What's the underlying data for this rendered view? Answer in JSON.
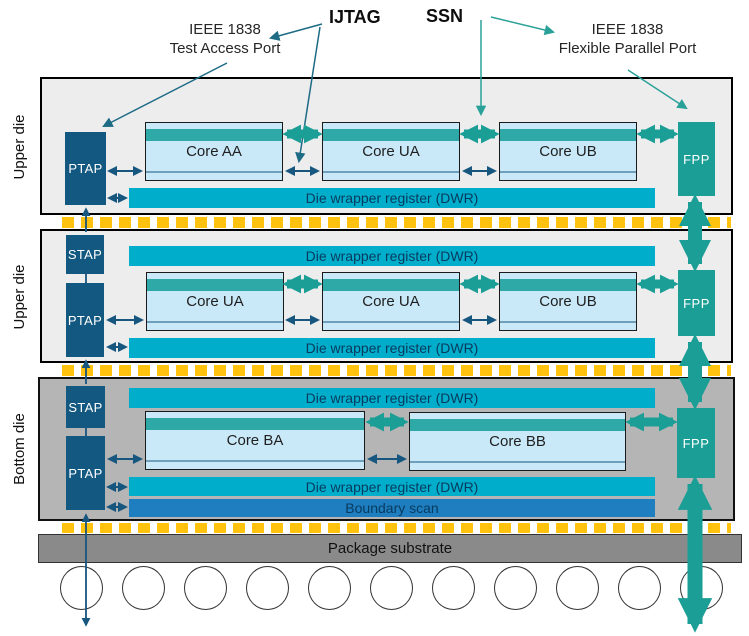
{
  "title_labels": {
    "tap_line1": "IEEE 1838",
    "tap_line2": "Test Access Port",
    "ijtag": "IJTAG",
    "ssn": "SSN",
    "fpp_line1": "IEEE 1838",
    "fpp_line2": "Flexible Parallel Port"
  },
  "dies": [
    {
      "side_label": "Upper die",
      "ptap": "PTAP",
      "fpp": "FPP",
      "cores": [
        "Core AA",
        "Core UA",
        "Core UB"
      ],
      "dwr_bottom": "Die wrapper register (DWR)"
    },
    {
      "side_label": "Upper die",
      "stap": "STAP",
      "ptap": "PTAP",
      "fpp": "FPP",
      "cores": [
        "Core UA",
        "Core UA",
        "Core UB"
      ],
      "dwr_top": "Die wrapper register (DWR)",
      "dwr_bottom": "Die wrapper register (DWR)"
    },
    {
      "side_label": "Bottom die",
      "stap": "STAP",
      "ptap": "PTAP",
      "fpp": "FPP",
      "cores": [
        "Core BA",
        "Core BB"
      ],
      "dwr_top": "Die wrapper register (DWR)",
      "dwr_bottom": "Die wrapper register (DWR)",
      "boundary_scan": "Boundary scan"
    }
  ],
  "package": {
    "substrate_label": "Package substrate",
    "solder_ball_count": 11
  },
  "colors": {
    "dwr_cyan": "#00AECB",
    "teal_accent": "#1A9E96",
    "core_fill": "#C9E9F8",
    "core_band": "#2FA8A8",
    "tap_navy": "#135880",
    "boundary_blue": "#1E7EC0",
    "bump_yellow": "#FFC20E",
    "die_light_gray": "#EDEDED",
    "die_dark_gray": "#B5B5B5",
    "substrate_gray": "#8A8A8A",
    "line_dark": "#1D6B85",
    "line_teal": "#2AA198",
    "scan_line": "#17567E"
  }
}
